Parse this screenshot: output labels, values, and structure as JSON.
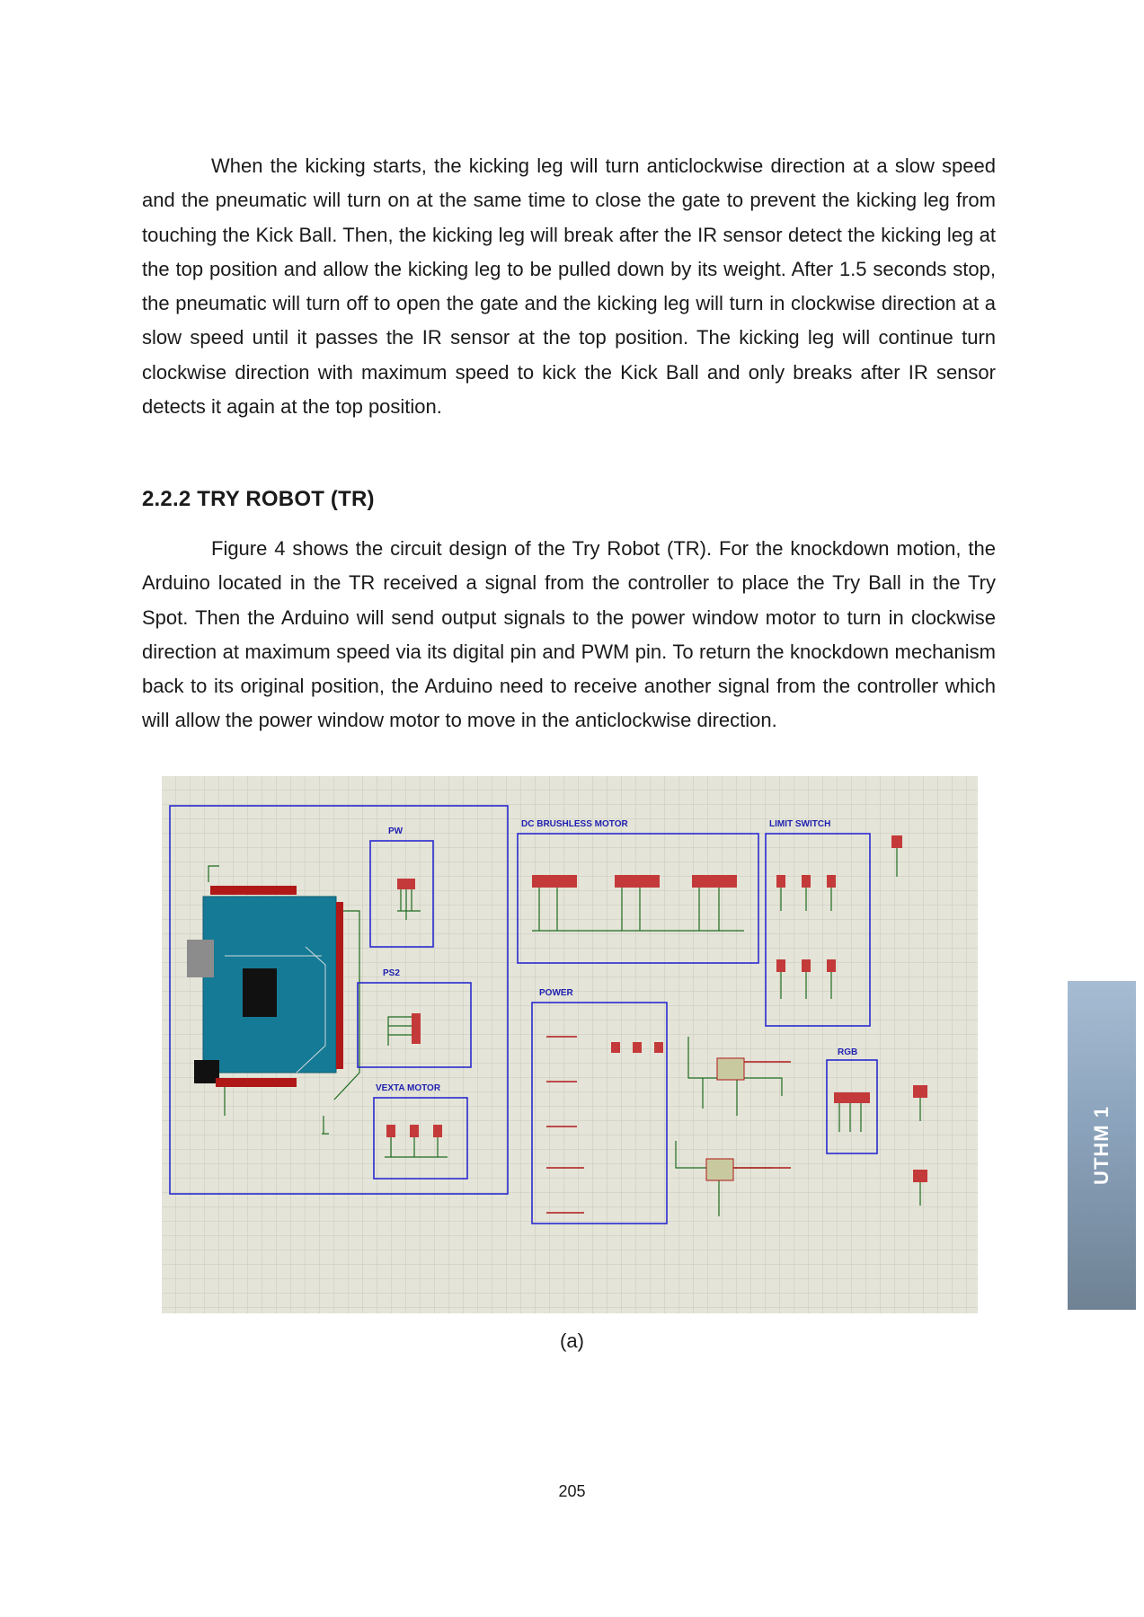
{
  "paragraph_1": "When the kicking starts, the kicking leg will turn anticlockwise direction at a slow speed and the pneumatic will turn on at the same time to close the gate to prevent the kicking leg from touching the Kick Ball. Then, the kicking leg will break after the IR sensor detect the kicking leg at the top position and allow the kicking leg to be pulled down by its weight. After 1.5 seconds stop, the pneumatic will turn off to open the gate and the kicking leg will turn in clockwise direction at a slow speed until it passes the IR sensor at the top position. The kicking leg will continue turn clockwise direction with maximum speed to kick the Kick Ball and only breaks after IR sensor detects it again at the top position.",
  "section_heading": "2.2.2 TRY ROBOT (TR)",
  "paragraph_2": "Figure 4 shows the circuit design of the Try Robot (TR). For the knockdown motion, the Arduino located in the TR received a signal from the controller to place the Try Ball in the Try Spot. Then the Arduino will send output signals to the power window motor to turn in clockwise direction at maximum speed via its digital pin and PWM pin. To return the knockdown mechanism back to its original position, the Arduino need to receive another signal from the controller which will allow the power window motor to move in the anticlockwise direction.",
  "figure": {
    "labels": {
      "pw": "PW",
      "ps2": "PS2",
      "vexta": "VEXTA MOTOR",
      "dc_motor": "DC BRUSHLESS MOTOR",
      "limit_switch": "LIMIT SWITCH",
      "power": "POWER",
      "rgb": "RGB"
    },
    "caption": "(a)"
  },
  "page_number": "205",
  "side_tab": "UTHM 1",
  "colors": {
    "grid_bg": "#e4e4d8",
    "grid_line": "#c8c8bc",
    "box": "#2a2ad0",
    "wire": "#1f6b1f",
    "component": "#b01818",
    "arduino": "#157a96"
  }
}
